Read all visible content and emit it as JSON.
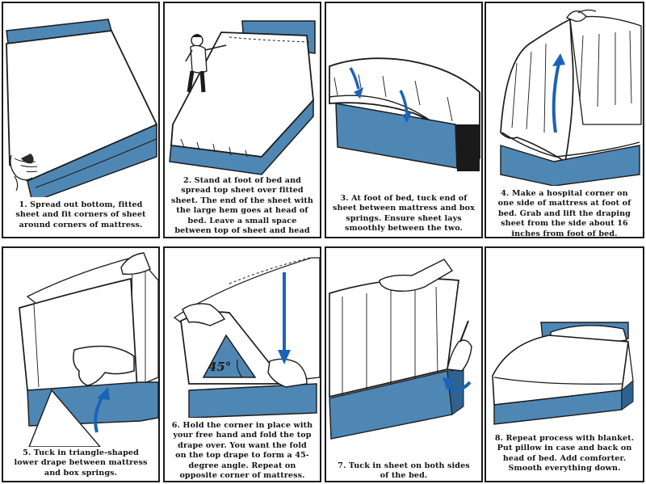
{
  "colors": {
    "box_spring": "#4f87b4",
    "box_spring_dark": "#2f628e",
    "arrow": "#1a63b8",
    "ink": "#1b1b1b",
    "paper": "#ffffff"
  },
  "steps": [
    {
      "caption": "1. Spread out bottom, fitted sheet and fit corners of sheet around corners of mattress."
    },
    {
      "caption": "2. Stand at foot of bed and spread top sheet over fitted sheet. The end of the sheet with the large hem goes at head of bed. Leave a small space between top of sheet and head of bed."
    },
    {
      "caption": "3. At foot of bed, tuck end of sheet between mattress and box springs. Ensure sheet lays smoothly between the two."
    },
    {
      "caption": "4. Make a hospital corner on one side of mattress at foot of bed. Grab and lift the draping sheet from the side about 16 inches from foot of bed."
    },
    {
      "caption": "5. Tuck in triangle-shaped lower drape between mattress and box springs."
    },
    {
      "caption": "6. Hold the corner in place with your free hand and fold the top drape over. You want the fold on the top drape to form a 45-degree angle. Repeat on opposite corner of mattress."
    },
    {
      "caption": "7. Tuck in sheet on both sides of the bed."
    },
    {
      "caption": "8. Repeat process with blanket. Put pillow in case and back on head of bed. Add comforter. Smooth everything down."
    }
  ],
  "angle_label": "45°"
}
